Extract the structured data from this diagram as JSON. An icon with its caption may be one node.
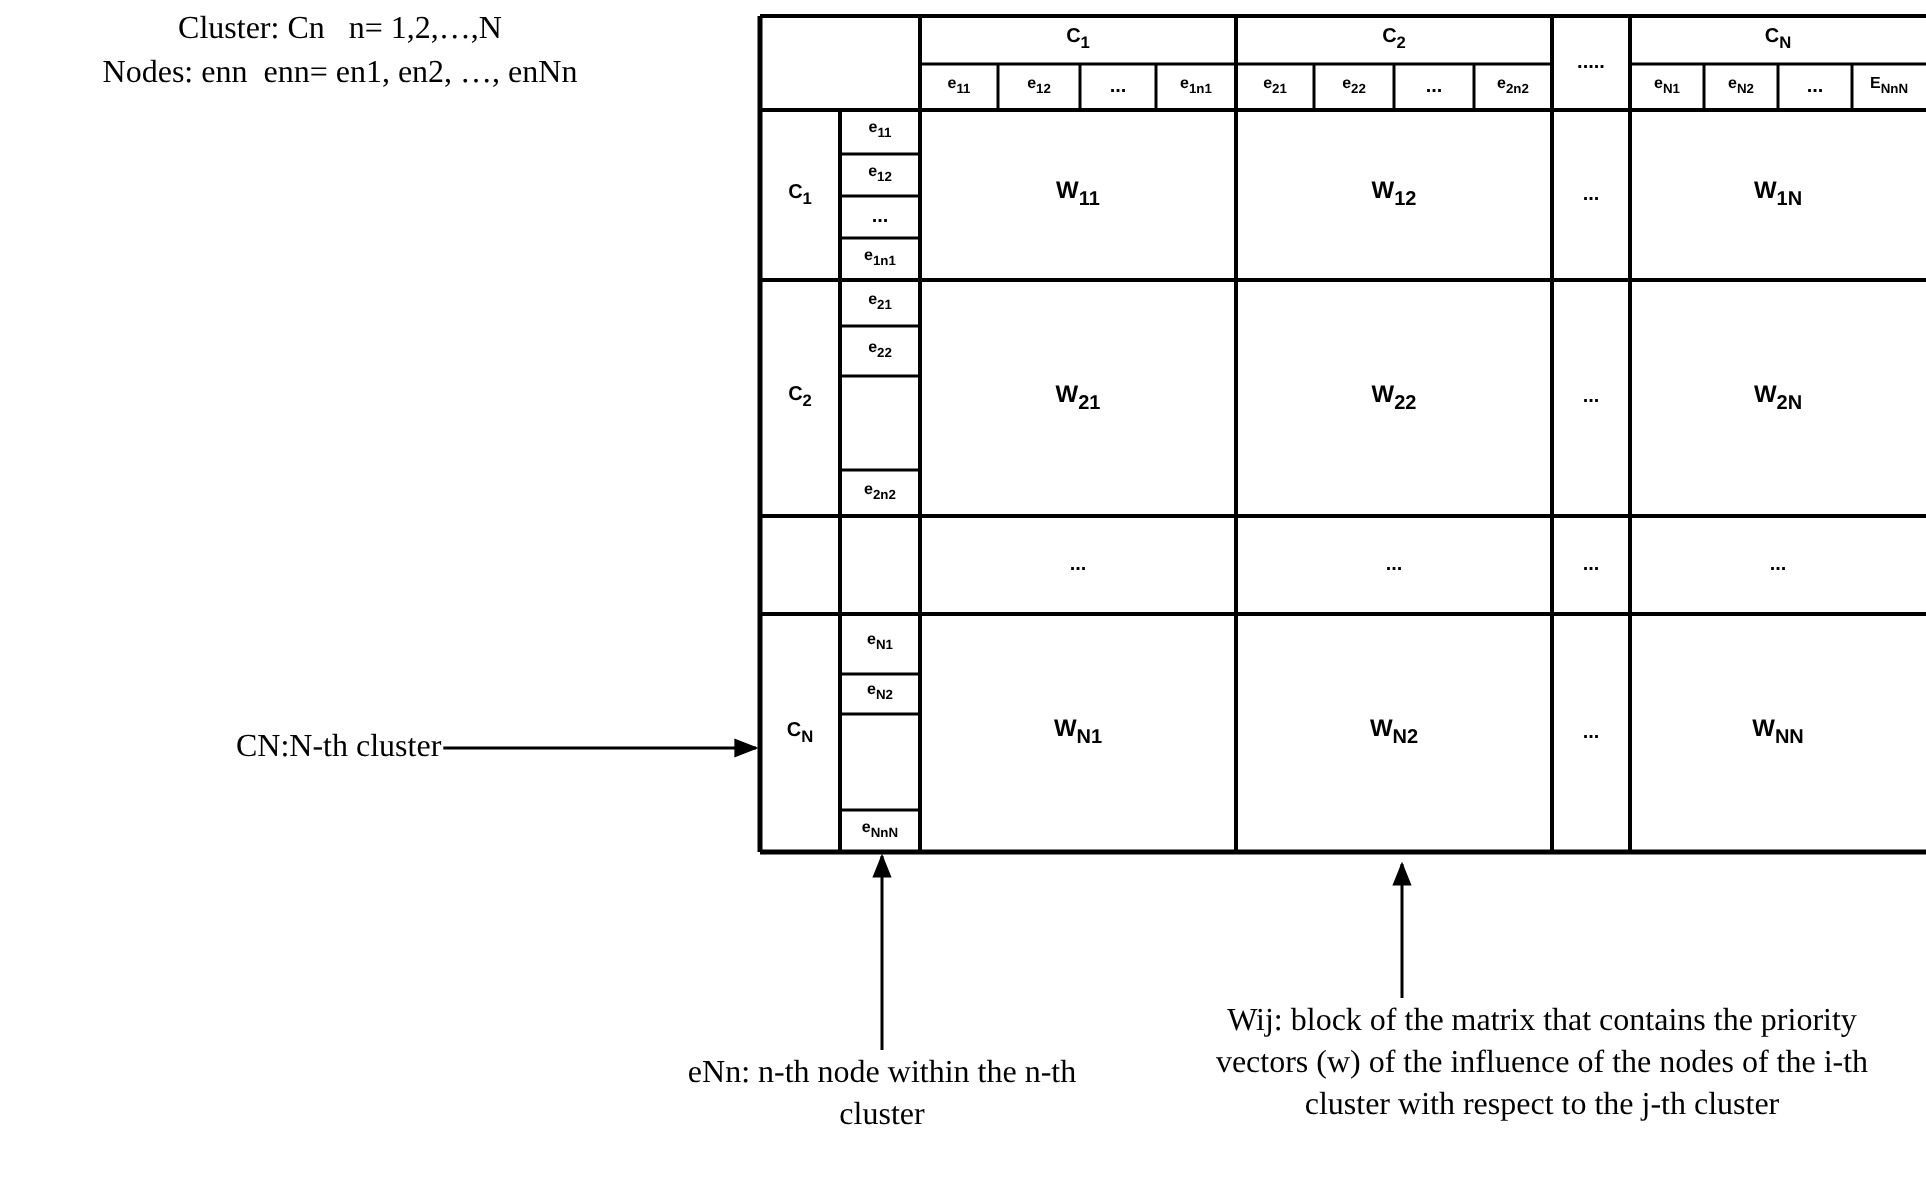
{
  "diagram": {
    "nodes": [
      {
        "text": [
          "CN:N-th cluster"
        ]
      },
      {
        "text": [
          "eNn: n-th node within the n-th cluster"
        ]
      },
      {
        "text": [
          "Wij: block of the matrix that contains the priority vectors (w) of the influence of the nodes of the i-th cluster with respect to the j-th cluster"
        ]
      },
      {
        "text": [
          "e$_{NnN}$"
        ]
      },
      {
        "text": [
          "C$_{N}$"
        ]
      }
    ],
    "edges": [
      {
        "from": 0,
        "to": 4,
        "arrow": "to"
      },
      {
        "from": 1,
        "to": 3,
        "arrow": "to"
      },
      {
        "from": 2,
        "to": null,
        "arrow": "to"
      }
    ],
    "labels": [
      "Cluster: Cn   n= 1,2,…,N",
      "Nodes: enn  enn= en1, en2, …, enNn",
      "C$_{1}$",
      "C$_{2}$",
      ".....",
      "C$_{N}$",
      "e$_{11}$",
      "e$_{12}$",
      "...",
      "e$_{1n1}$",
      "e$_{21}$",
      "e$_{22}$",
      "...",
      "e$_{2n2}$",
      "e$_{N1}$",
      "e$_{N2}$",
      "...",
      "E$_{NnN}$",
      "C$_{1}$",
      "e$_{11}$",
      "W$_{11}$",
      "W$_{12}$",
      "...",
      "W$_{1N}$",
      "e$_{12}$",
      "...",
      "e$_{1n1}$",
      "C$_{2}$",
      "e$_{21}$",
      "W$_{21}$",
      "W$_{22}$",
      "...",
      "W$_{2N}$",
      "e$_{22}$",
      "e$_{2n2}$",
      "...",
      "...",
      "...",
      "...",
      "e$_{N1}$",
      "W$_{N1}$",
      "W$_{N2}$",
      "...",
      "W$_{NN}$",
      "e$_{N2}$"
    ]
  }
}
